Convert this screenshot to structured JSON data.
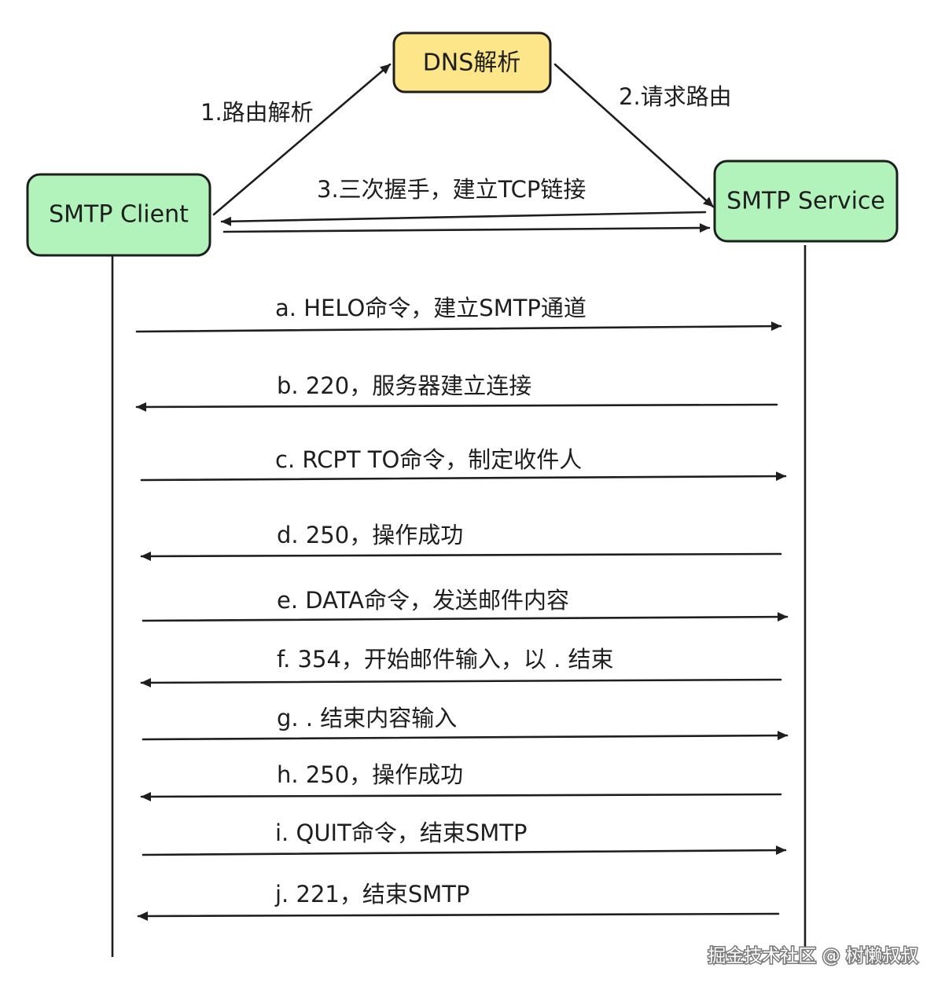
{
  "nodes": {
    "dns": {
      "label": "DNS解析",
      "fill": "#fde68a"
    },
    "client": {
      "label": "SMTP Client",
      "fill": "#b2f2bb"
    },
    "service": {
      "label": "SMTP Service",
      "fill": "#b2f2bb"
    }
  },
  "routing": {
    "step1": "1.路由解析",
    "step2": "2.请求路由",
    "step3": "3.三次握手，建立TCP链接"
  },
  "messages": [
    {
      "label": "a. HELO命令，建立SMTP通道",
      "direction": "to-service"
    },
    {
      "label": "b. 220，服务器建立连接",
      "direction": "to-client"
    },
    {
      "label": "c. RCPT TO命令，制定收件人",
      "direction": "to-service"
    },
    {
      "label": "d. 250，操作成功",
      "direction": "to-client"
    },
    {
      "label": "e. DATA命令，发送邮件内容",
      "direction": "to-service"
    },
    {
      "label": "f. 354，开始邮件输入，以 . 结束",
      "direction": "to-client"
    },
    {
      "label": "g. . 结束内容输入",
      "direction": "to-service"
    },
    {
      "label": "h. 250，操作成功",
      "direction": "to-client"
    },
    {
      "label": "i. QUIT命令，结束SMTP",
      "direction": "to-service"
    },
    {
      "label": "j. 221，结束SMTP",
      "direction": "to-client"
    }
  ],
  "watermark": "掘金技术社区 @ 树懒叔叔"
}
